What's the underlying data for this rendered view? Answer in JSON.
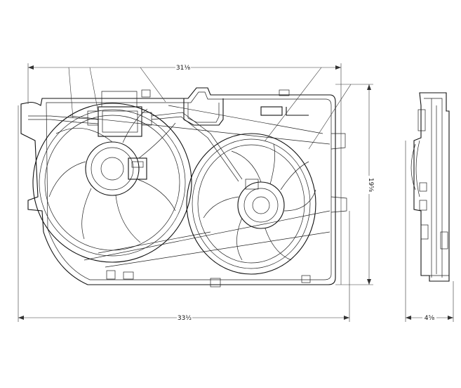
{
  "dimensions": {
    "top_width": "31⅛",
    "bottom_width": "33½",
    "height": "19⅝",
    "depth": "4⅝"
  },
  "views": [
    "front-view",
    "side-view"
  ]
}
